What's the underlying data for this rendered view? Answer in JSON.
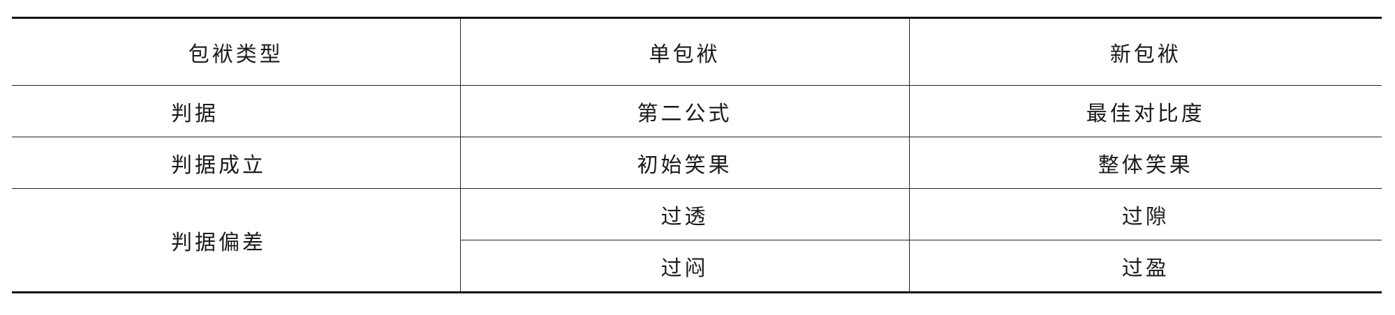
{
  "table": {
    "headers": [
      "包袱类型",
      "单包袱",
      "新包袱"
    ],
    "rows": [
      {
        "label": "判据",
        "single": "第二公式",
        "new": "最佳对比度"
      },
      {
        "label": "判据成立",
        "single": "初始笑果",
        "new": "整体笑果"
      }
    ],
    "deviation": {
      "label": "判据偏差",
      "sub_rows": [
        {
          "single": "过透",
          "new": "过隙"
        },
        {
          "single": "过闷",
          "new": "过盈"
        }
      ]
    }
  }
}
